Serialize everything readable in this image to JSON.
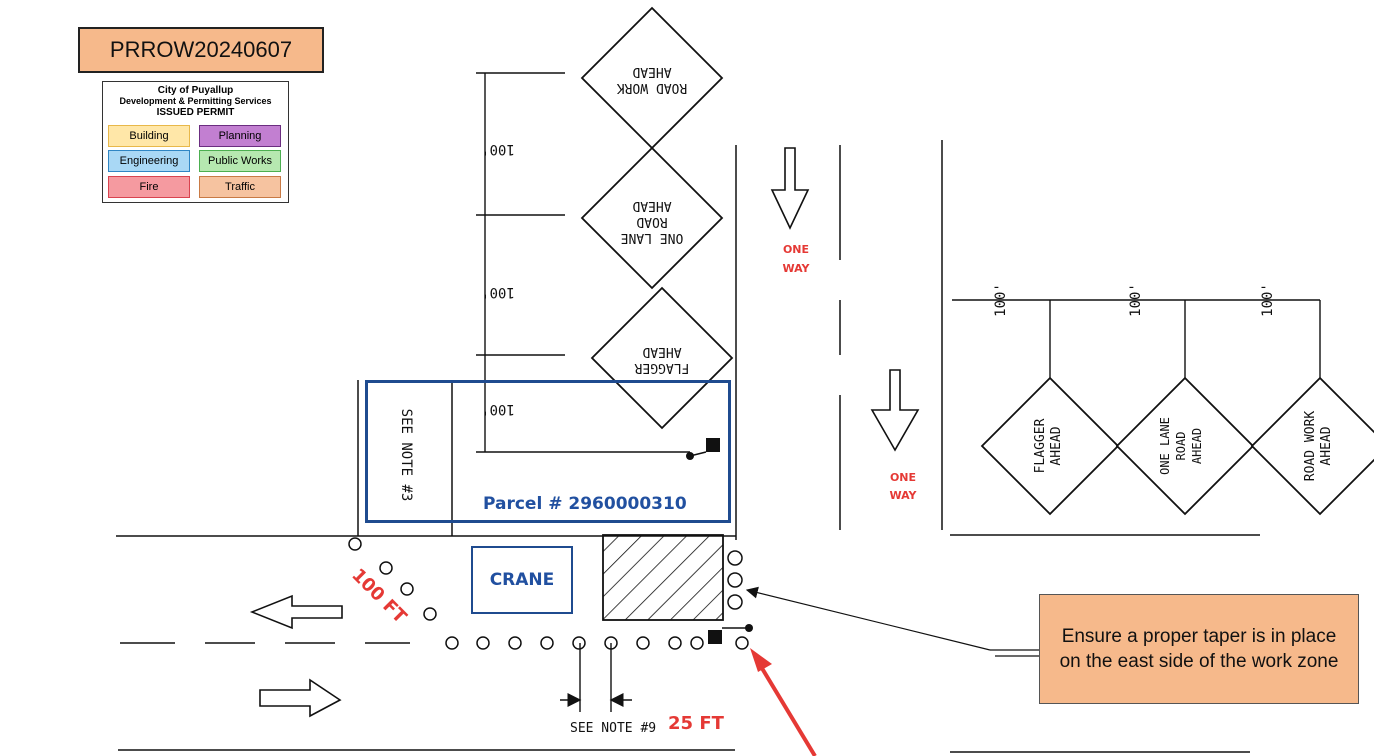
{
  "permit": {
    "id": "PRROW20240607",
    "city": "City of Puyallup",
    "department": "Development & Permitting Services",
    "status": "ISSUED PERMIT",
    "departments": [
      "Building",
      "Planning",
      "Engineering",
      "Public Works",
      "Fire",
      "Traffic"
    ],
    "colors": {
      "Building": "#ffe7a8",
      "Planning": "#c27fd1",
      "Engineering": "#a9d8f5",
      "Public Works": "#b6e8b0",
      "Fire": "#f59aa0",
      "Traffic": "#f6c3a0"
    }
  },
  "signs": {
    "road_work": "ROAD WORK AHEAD",
    "one_lane": "ONE LANE ROAD AHEAD",
    "flagger": "FLAGGER AHEAD"
  },
  "distances": {
    "spacing": "100'",
    "spacing_rotated": "100'"
  },
  "labels": {
    "one_way": "ONE WAY",
    "see_note_3": "SEE NOTE #3",
    "see_note_9": "SEE NOTE #9",
    "parcel": "Parcel # 2960000310",
    "crane": "CRANE",
    "taper_100": "100 FT",
    "buffer_25": "25 FT"
  },
  "callout": {
    "text": "Ensure a proper taper is in place on the east side of the work zone"
  },
  "colors": {
    "annotation_red": "#e53935",
    "annotation_blue": "#1f4b8f",
    "callout_fill": "#f6b98b"
  }
}
